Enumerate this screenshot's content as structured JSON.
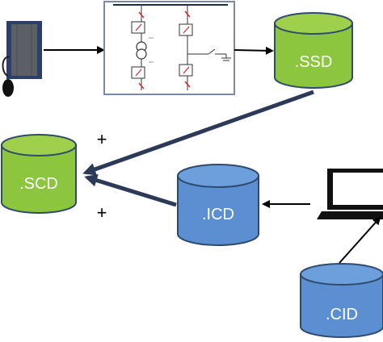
{
  "colors": {
    "green_body": "#8cc63f",
    "green_top": "#9ed04c",
    "green_stroke": "#2f4a6d",
    "blue_body": "#5b8fd1",
    "blue_top": "#6d9fdd",
    "blue_stroke": "#2f4a6d",
    "panel_fill": "#5c5f66",
    "panel_frame": "#2d3e68",
    "arrow_dark": "#2c3a57",
    "arrow_black": "#000000",
    "laptop_dark": "#111111",
    "laptop_screen": "#ffffff",
    "sld_red": "#d12b2b",
    "sld_frame": "#7a8aa6"
  },
  "databases": {
    "ssd": {
      "label": ".SSD",
      "color": "green"
    },
    "scd": {
      "label": ".SCD",
      "color": "green"
    },
    "icd": {
      "label": ".ICD",
      "color": "blue"
    },
    "cid": {
      "label": ".CID",
      "color": "blue"
    }
  },
  "operators": {
    "plus_top": "+",
    "plus_bottom": "+"
  },
  "icons": {
    "device": "switchgear-panel-icon",
    "single_line": "single-line-diagram-icon",
    "computer": "laptop-icon"
  }
}
